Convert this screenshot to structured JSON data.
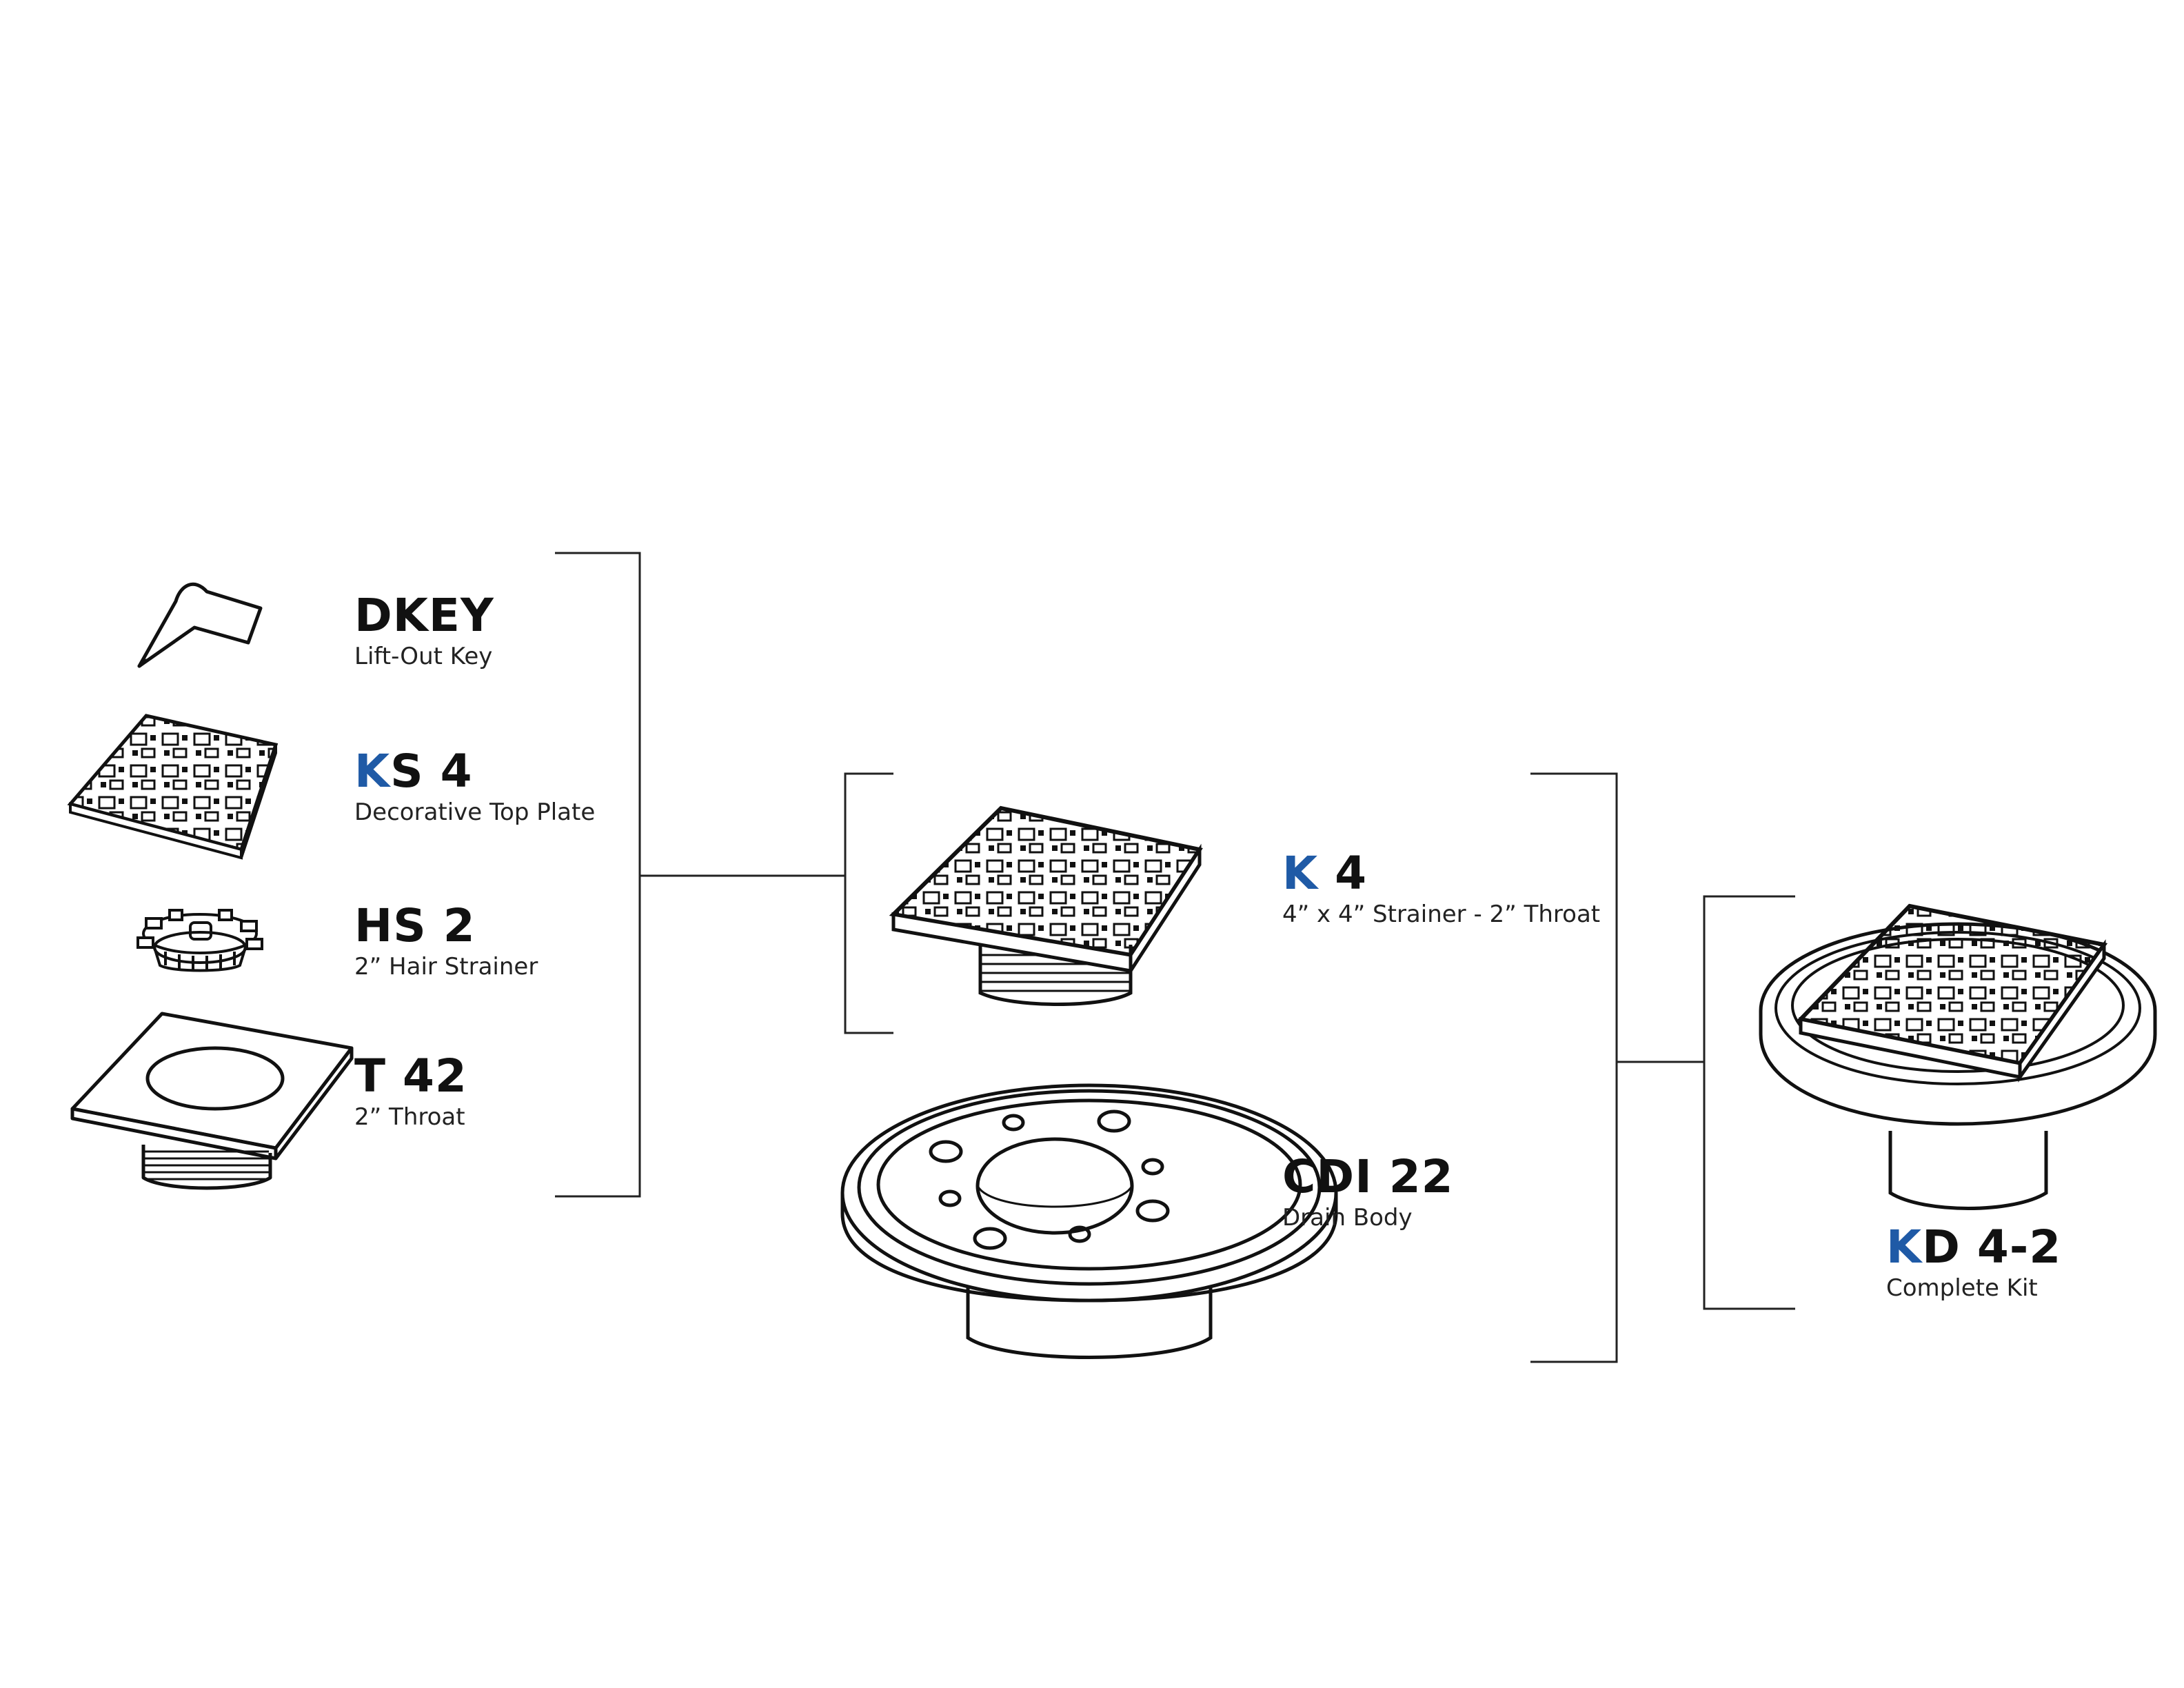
{
  "colors": {
    "accent": "#1f5aa6",
    "text": "#111111",
    "line": "#222222"
  },
  "parts": [
    {
      "id": "dkey",
      "code_accent": "",
      "code_rest": "DKEY",
      "description": "Lift-Out Key",
      "icon": "lift-key-icon"
    },
    {
      "id": "ks4",
      "code_accent": "K",
      "code_rest": "S 4",
      "description": "Decorative Top Plate",
      "icon": "top-plate-icon"
    },
    {
      "id": "hs2",
      "code_accent": "",
      "code_rest": "HS 2",
      "description": "2” Hair Strainer",
      "icon": "hair-strainer-icon"
    },
    {
      "id": "t42",
      "code_accent": "",
      "code_rest": "T 42",
      "description": "2” Throat",
      "icon": "throat-icon"
    },
    {
      "id": "k4",
      "code_accent": "K",
      "code_rest": " 4",
      "description": "4” x 4” Strainer - 2” Throat",
      "icon": "strainer-assembly-icon"
    },
    {
      "id": "cdi22",
      "code_accent": "",
      "code_rest": "CDI 22",
      "description": "Drain Body",
      "icon": "drain-body-icon"
    },
    {
      "id": "kd42",
      "code_accent": "K",
      "code_rest": "D 4-2",
      "description": "Complete Kit",
      "icon": "complete-kit-icon"
    }
  ]
}
